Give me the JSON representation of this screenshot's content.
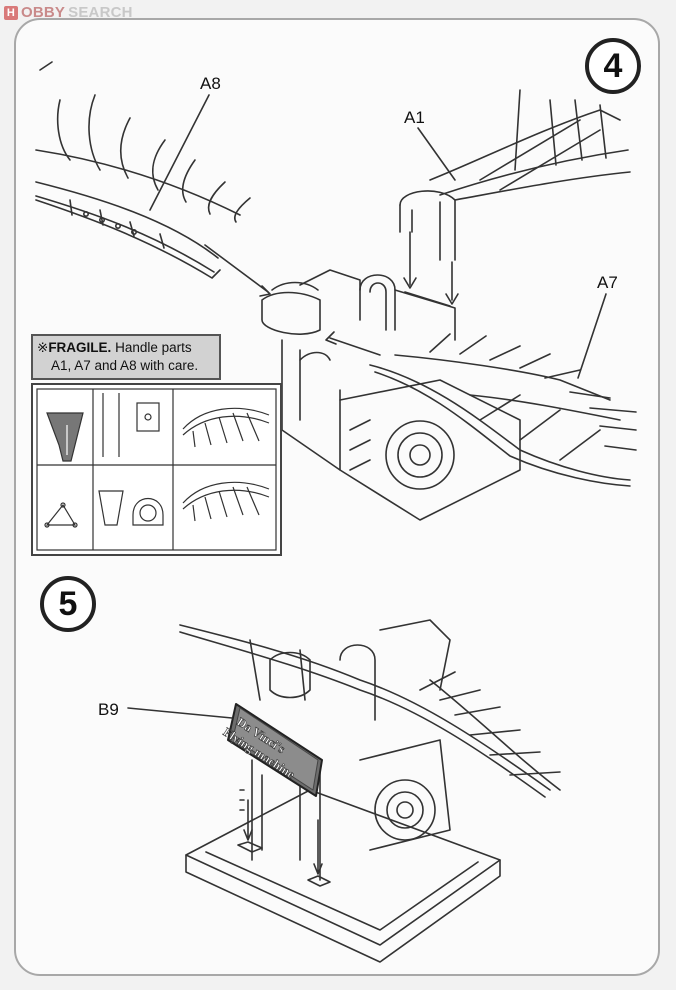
{
  "watermark": {
    "badge": "H",
    "brand_part1": "OBBY",
    "brand_part2": "SEARCH"
  },
  "steps": [
    {
      "number": "4",
      "parts": [
        "A8",
        "A1",
        "A7"
      ]
    },
    {
      "number": "5",
      "parts": [
        "B9"
      ]
    }
  ],
  "fragile_note": {
    "symbol": "※",
    "warning": "FRAGILE.",
    "line1_rest": " Handle parts",
    "line2": "A1, A7 and A8  with  care."
  },
  "plaque": {
    "line1": "Da Vinci's",
    "line2": "Flying machine"
  },
  "colors": {
    "line": "#333333",
    "frame": "#a8a8a8",
    "note_bg": "#d2d2d2"
  }
}
